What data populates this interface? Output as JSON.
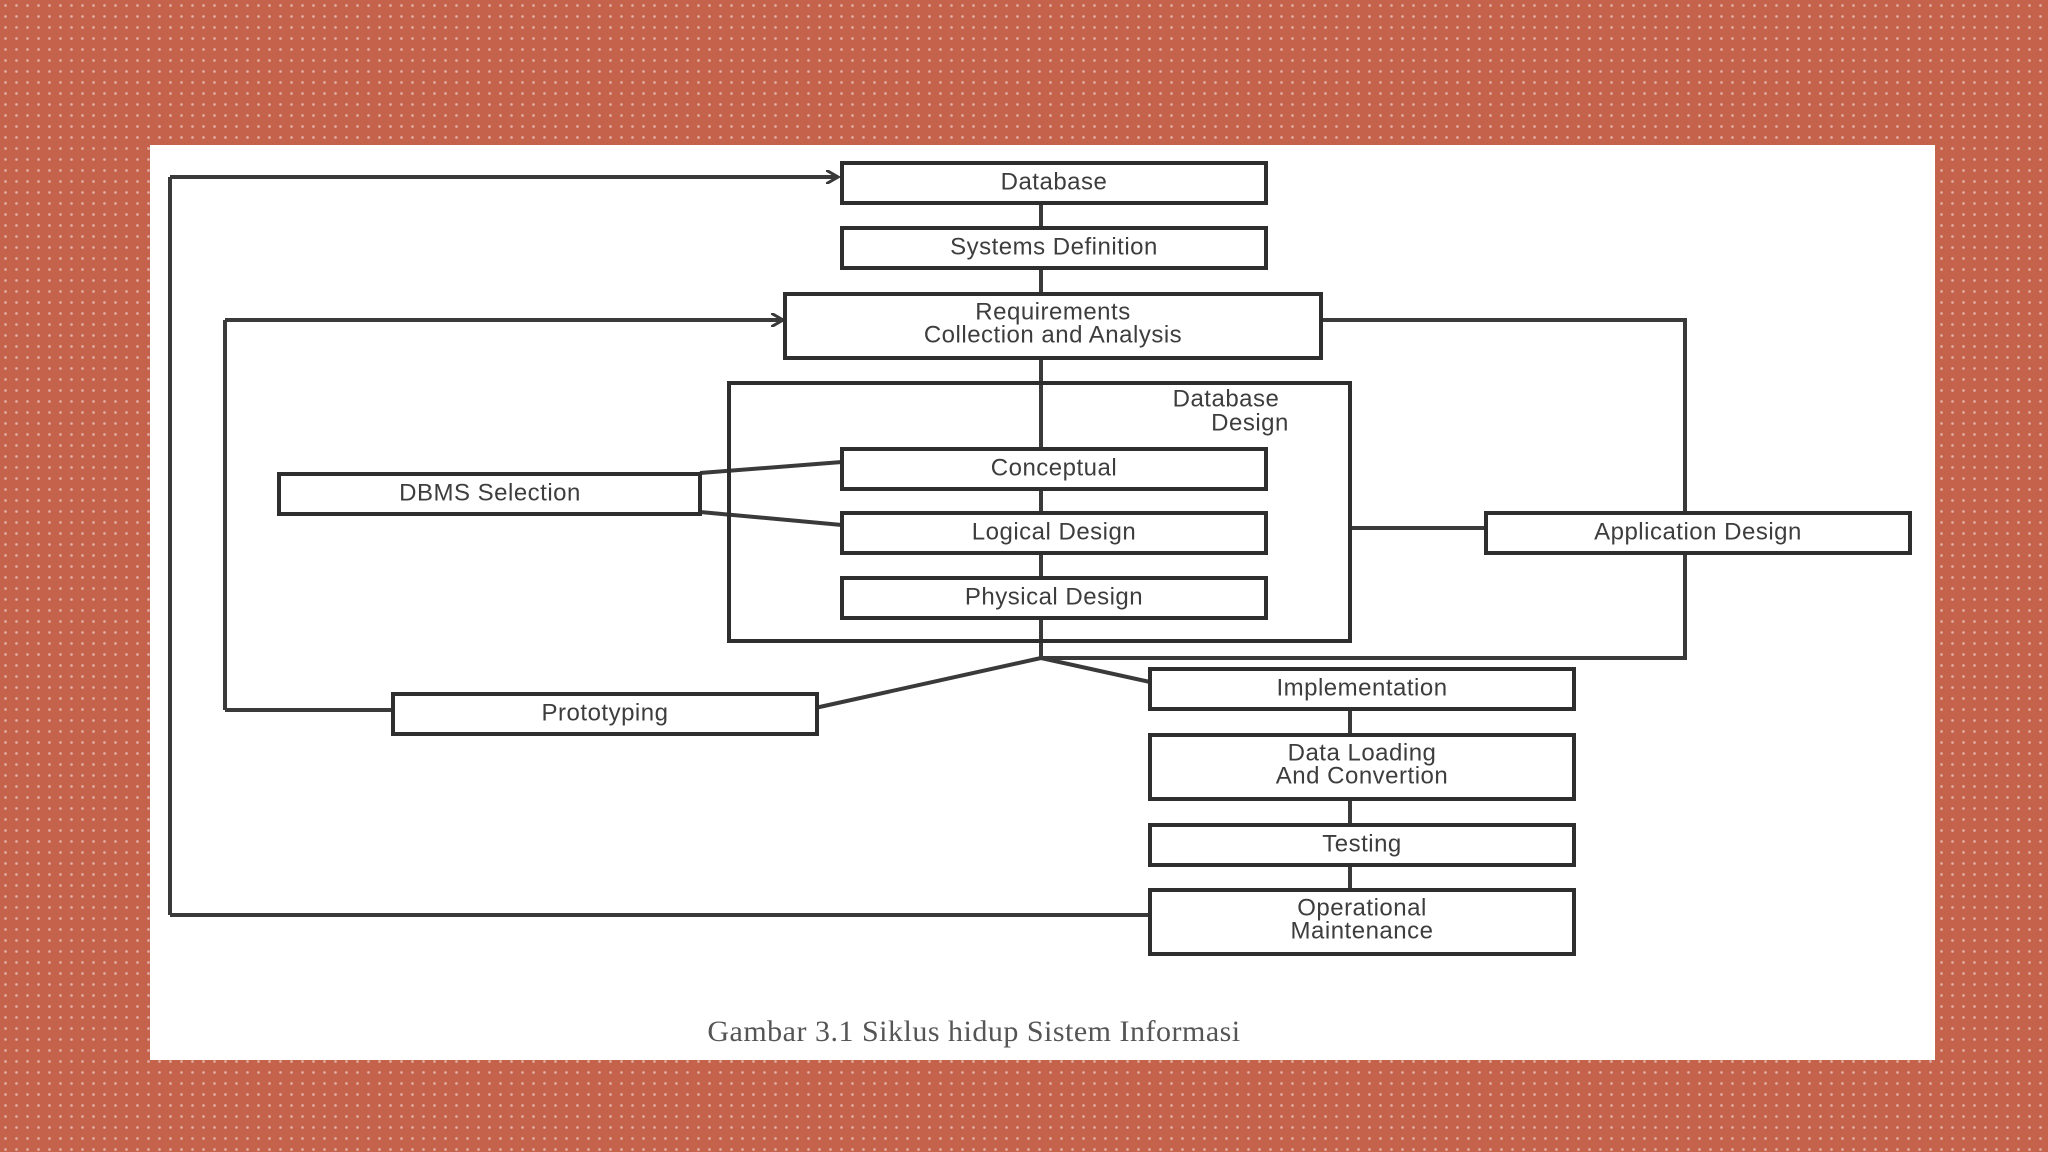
{
  "colors": {
    "slide_background": "#c4624c",
    "dots": "#ffffff",
    "card": "#ffffff",
    "lines": "#3a3a3a",
    "text": "#3d3d3d"
  },
  "diagram": {
    "nodes": {
      "database": "Database",
      "systems_definition": "Systems Definition",
      "requirements": [
        "Requirements",
        "Collection and Analysis"
      ],
      "database_design_group": [
        "Database",
        "Design"
      ],
      "conceptual": "Conceptual",
      "logical_design": "Logical Design",
      "physical_design": "Physical Design",
      "dbms_selection": "DBMS Selection",
      "application_design": "Application Design",
      "prototyping": "Prototyping",
      "implementation": "Implementation",
      "data_loading": [
        "Data Loading",
        "And Convertion"
      ],
      "testing": "Testing",
      "operational_maintenance": [
        "Operational",
        "Maintenance"
      ]
    },
    "caption": "Gambar 3.1 Siklus hidup Sistem Informasi"
  }
}
